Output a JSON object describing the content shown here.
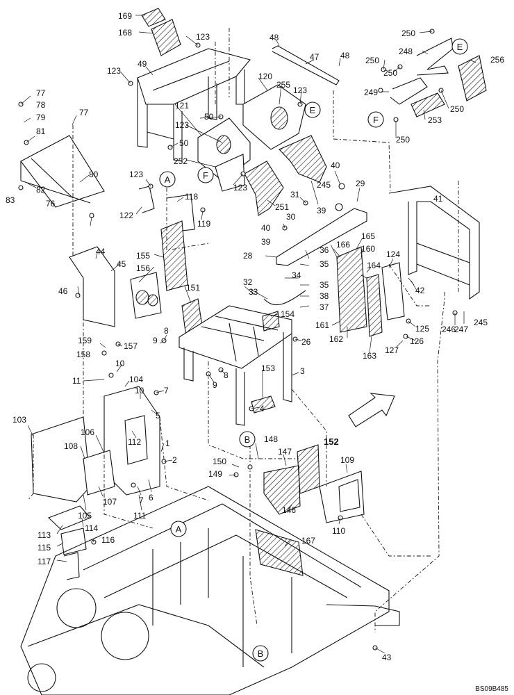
{
  "refs": [
    {
      "id": "ref-A-1",
      "letter": "A"
    },
    {
      "id": "ref-A-2",
      "letter": "A"
    },
    {
      "id": "ref-B-1",
      "letter": "B"
    },
    {
      "id": "ref-B-2",
      "letter": "B"
    },
    {
      "id": "ref-E-1",
      "letter": "E"
    },
    {
      "id": "ref-E-2",
      "letter": "E"
    },
    {
      "id": "ref-F-1",
      "letter": "F"
    },
    {
      "id": "ref-F-2",
      "letter": "F"
    }
  ],
  "labels": [
    "169",
    "168",
    "123",
    "48",
    "47",
    "48",
    "250",
    "248",
    "256",
    "250",
    "250",
    "249",
    "250",
    "253",
    "250",
    "123",
    "49",
    "120",
    "255",
    "123",
    "121",
    "50",
    "123",
    "50",
    "252",
    "123",
    "77",
    "78",
    "79",
    "77",
    "81",
    "80",
    "82",
    "76",
    "83",
    "123",
    "118",
    "122",
    "119",
    "40",
    "29",
    "31",
    "39",
    "30",
    "41",
    "40",
    "39",
    "28",
    "245",
    "251",
    "44",
    "45",
    "155",
    "156",
    "46",
    "151",
    "165",
    "166",
    "160",
    "36",
    "35",
    "164",
    "124",
    "34",
    "35",
    "38",
    "37",
    "42",
    "32",
    "33",
    "154",
    "161",
    "162",
    "163",
    "125",
    "126",
    "127",
    "246",
    "247",
    "245",
    "159",
    "157",
    "158",
    "9",
    "8",
    "26",
    "10",
    "11",
    "104",
    "7",
    "10",
    "5",
    "3",
    "9",
    "8",
    "153",
    "4",
    "103",
    "106",
    "112",
    "1",
    "2",
    "108",
    "148",
    "147",
    "109",
    "150",
    "149",
    "107",
    "7",
    "6",
    "105",
    "111",
    "146",
    "113",
    "114",
    "115",
    "116",
    "110",
    "117",
    "167",
    "43"
  ],
  "bold_label": "152",
  "image_code": "BS09B485"
}
